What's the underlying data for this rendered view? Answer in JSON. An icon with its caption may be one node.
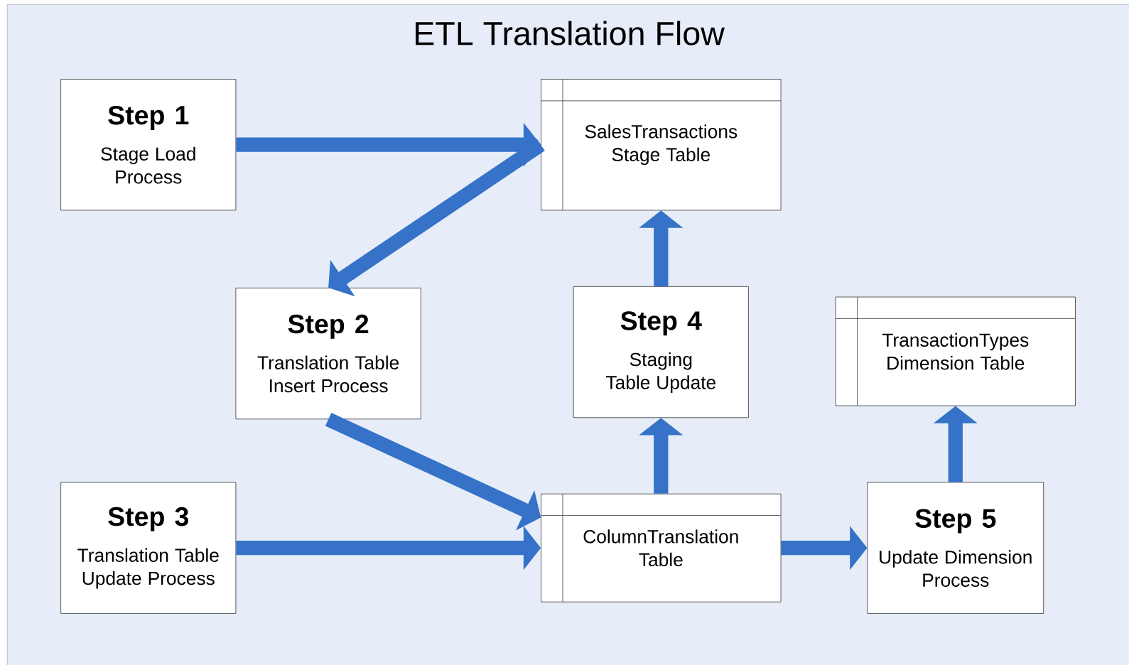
{
  "diagram": {
    "title": "ETL Translation Flow",
    "nodes": [
      {
        "text": [
          "Step 1",
          "Stage Load Process"
        ]
      },
      {
        "text": [
          "SalesTransactions Stage Table"
        ]
      },
      {
        "text": [
          "Step 2",
          "Translation Table Insert Process"
        ]
      },
      {
        "text": [
          "Step 4",
          "Staging Table Update"
        ]
      },
      {
        "text": [
          "TransactionTypes Dimension Table"
        ]
      },
      {
        "text": [
          "Step 3",
          "Translation Table Update Process"
        ]
      },
      {
        "text": [
          "ColumnTranslation Table"
        ]
      },
      {
        "text": [
          "Step 5",
          "Update Dimension Process"
        ]
      }
    ],
    "edges": [
      {
        "from": 0,
        "to": 1,
        "arrow": "to"
      },
      {
        "from": 1,
        "to": 2,
        "arrow": "to"
      },
      {
        "from": 2,
        "to": 6,
        "arrow": "to"
      },
      {
        "from": 5,
        "to": 6,
        "arrow": "to"
      },
      {
        "from": 6,
        "to": 3,
        "arrow": "to"
      },
      {
        "from": 3,
        "to": 1,
        "arrow": "to"
      },
      {
        "from": 6,
        "to": 7,
        "arrow": "to"
      },
      {
        "from": 7,
        "to": 4,
        "arrow": "to"
      }
    ]
  }
}
